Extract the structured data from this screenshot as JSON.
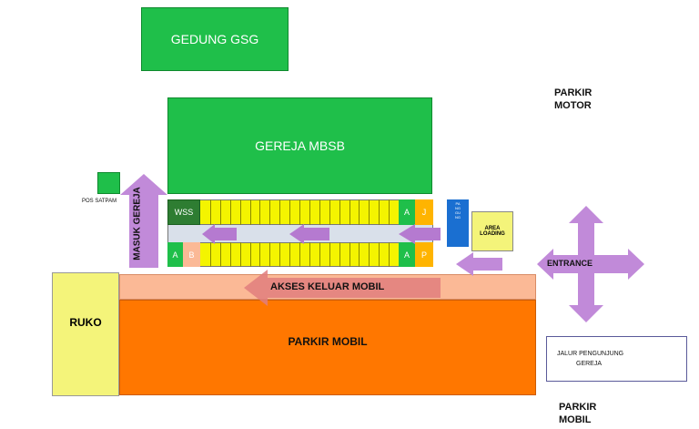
{
  "buildings": {
    "gsg": "GEDUNG GSG",
    "gereja": "GEREJA MBSB",
    "ruko": "RUKO",
    "parkir_mobil_main": "PARKIR MOBIL",
    "akses": "AKSES KELUAR MOBIL",
    "pos": "POS SATPAM",
    "area_loading": "AREA LOADING",
    "panggung": "PANGGUNG"
  },
  "stalls": {
    "wss": "WSS",
    "a_left": "A",
    "b_left": "B",
    "a_top_right": "A",
    "j_top_right": "J",
    "a_bot_right": "A",
    "p_bot_right": "P"
  },
  "labels": {
    "masuk_gereja": "MASUK GEREJA",
    "entrance": "ENTRANCE",
    "parkir_motor_1": "PARKIR",
    "parkir_motor_2": "MOTOR",
    "parkir_mobil_1": "PARKIR",
    "parkir_mobil_2": "MOBIL"
  },
  "legend": {
    "line1": "JALUR PENGUNJUNG",
    "line2": "GEREJA"
  },
  "colors": {
    "building_green": "#1fbf4a",
    "stall_yellow": "#f4f400",
    "parking_orange": "#ff7700",
    "akses_peach": "#fbb996",
    "ruko_yellow": "#f4f47a",
    "arrow_purple": "#c18ad9",
    "panggung_blue": "#1a6fd1",
    "j_orange": "#ffb400"
  }
}
